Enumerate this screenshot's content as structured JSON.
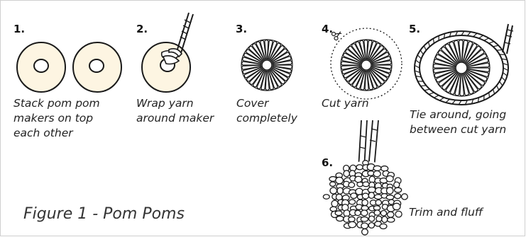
{
  "figure_title": "Figure 1 - Pom Poms",
  "steps": [
    {
      "number": "1.",
      "caption_lines": [
        "Stack pom pom",
        "makers on top",
        "each other"
      ]
    },
    {
      "number": "2.",
      "caption_lines": [
        "Wrap yarn",
        "around maker"
      ]
    },
    {
      "number": "3.",
      "caption_lines": [
        "Cover",
        "completely"
      ]
    },
    {
      "number": "4.",
      "caption_lines": [
        "Cut yarn"
      ]
    },
    {
      "number": "5.",
      "caption_lines": [
        "Tie around, going",
        "between cut yarn"
      ]
    },
    {
      "number": "6.",
      "caption_lines": [
        "Trim and fluff"
      ]
    }
  ],
  "colors": {
    "ring_fill": "#fdf5e2",
    "ink": "#1a1a1a",
    "border": "#cfcfcf"
  },
  "icons": [
    "pom-maker-ring-icon",
    "wrapped-maker-icon",
    "covered-maker-icon",
    "scissors-icon",
    "tied-pom-icon",
    "finished-pom-icon"
  ]
}
